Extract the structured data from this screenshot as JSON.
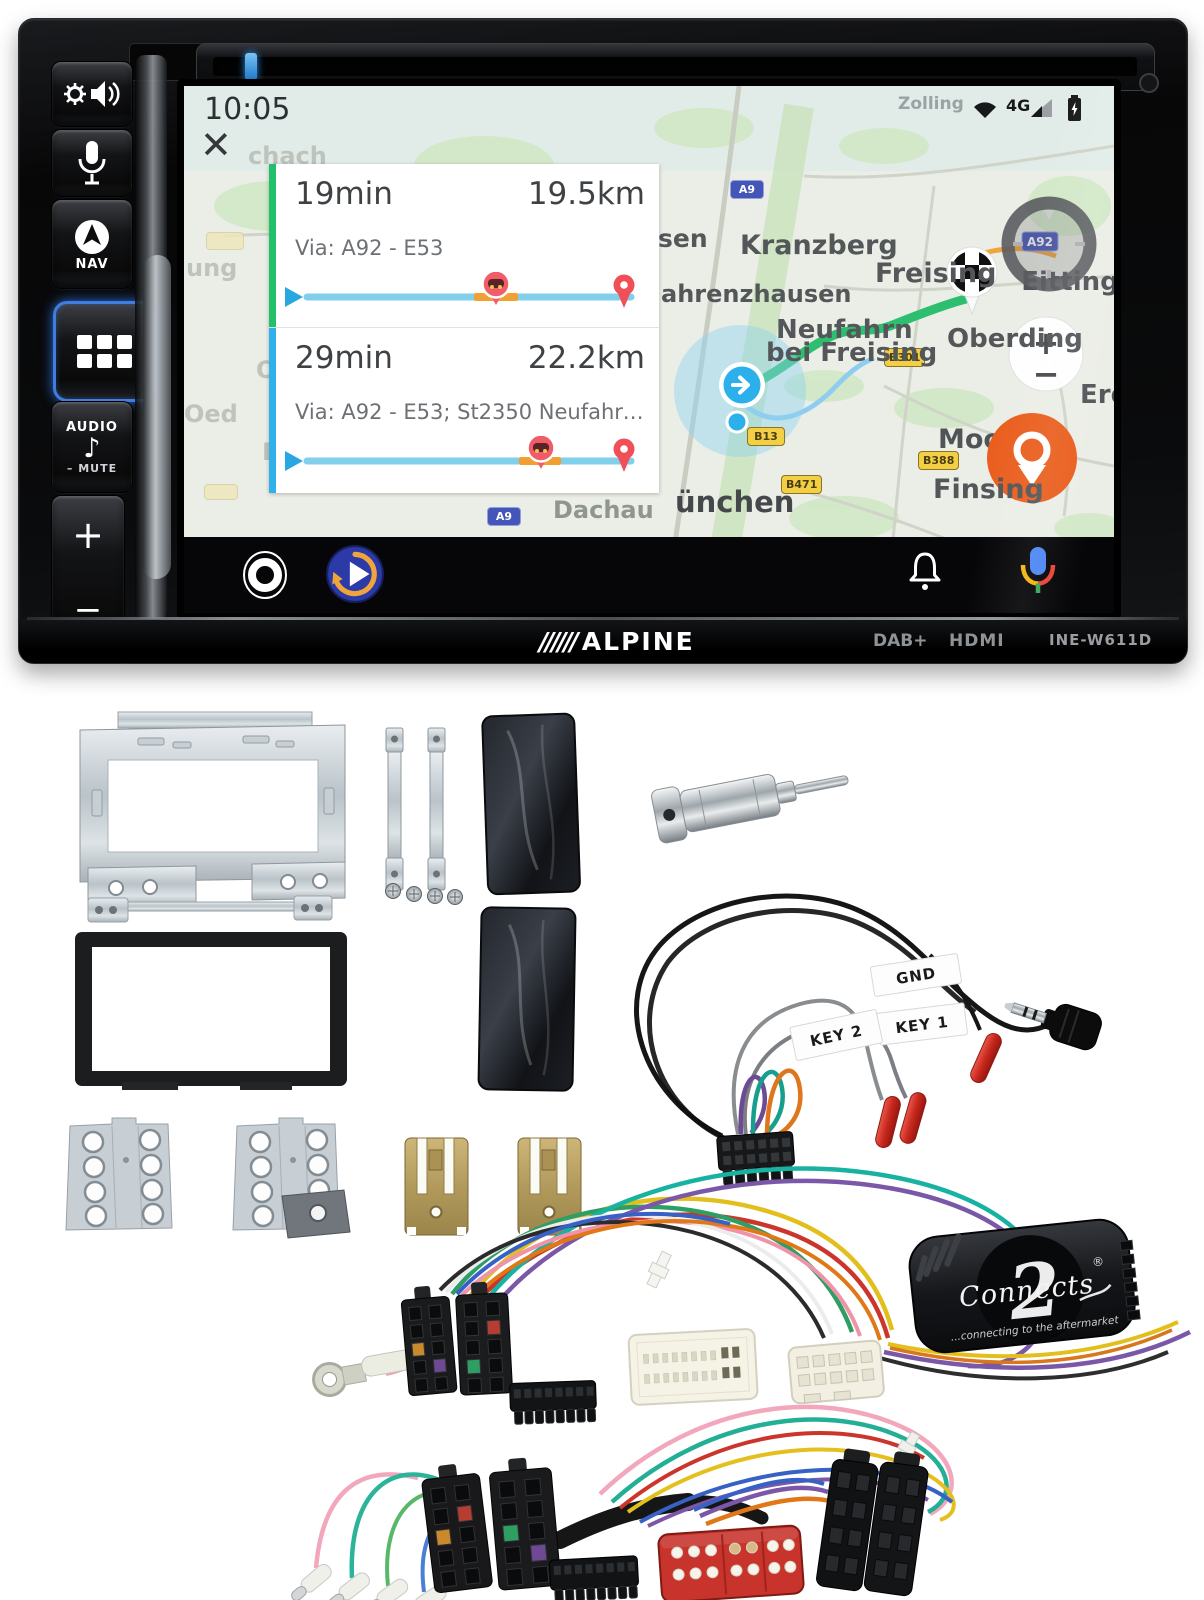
{
  "device": {
    "branding": {
      "slashes": "//////",
      "brand": "ALPINE",
      "dab": "DAB+",
      "hdmi": "HDMI",
      "model": "INE-W611D"
    },
    "buttons": {
      "nav": "NAV",
      "audio": "AUDIO",
      "mute": "MUTE",
      "volume_up": "+",
      "volume_down": "−"
    }
  },
  "screen": {
    "status": {
      "time": "10:05",
      "place": "Zolling",
      "network": "4G"
    },
    "close_icon": "✕",
    "routes": [
      {
        "duration": "19min",
        "distance": "19.5km",
        "via": "Via: A92 - E53"
      },
      {
        "duration": "29min",
        "distance": "22.2km",
        "via": "Via: A92 - E53; St2350 Neufahrn…"
      }
    ],
    "map": {
      "labels": [
        "chach",
        "sen",
        "Kranzberg",
        "ahrenzhausen",
        "Freising",
        "Neufahrn",
        "bei Freising",
        "Oberding",
        "Eitting",
        "Erdin",
        "Moosinn",
        "Finsing",
        "ünchen",
        "Dachau",
        "ung",
        "Oc",
        "Oed",
        "Eg"
      ],
      "shields": {
        "a9": "A9",
        "a92": "A92",
        "b301": "B301",
        "b13": "B13",
        "b471": "B471",
        "b388": "B388",
        "a9_south": "A9"
      },
      "zoom_in": "+",
      "zoom_out": "−"
    }
  },
  "kit": {
    "swc_tags": {
      "gnd": "GND",
      "key1": "KEY 1",
      "key2": "KEY 2"
    },
    "interface_box": {
      "brand_script": "Connects",
      "brand_number": "2",
      "registered": "®",
      "tagline": "...connecting to the aftermarket"
    }
  },
  "colors": {
    "route_green": "#2dbf6f",
    "route_alt_blue": "#8fcdf0",
    "waze_orange": "#ea5f1f",
    "card_green": "#22c06a",
    "card_blue": "#31b1ea",
    "shield_blue": "#4355b8",
    "shield_yellow": "#f3cf45"
  }
}
